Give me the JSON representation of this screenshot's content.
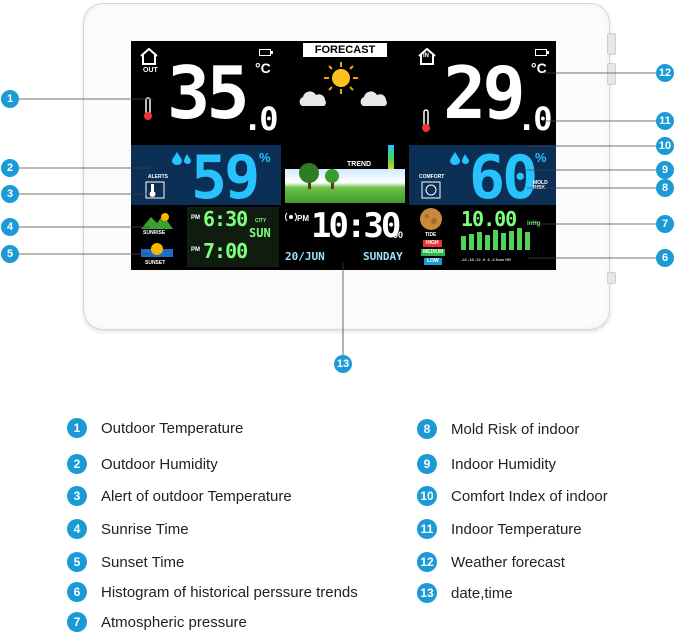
{
  "device": {
    "outdoor": {
      "temp_int": "35",
      "temp_dec": ".0",
      "unit": "°C",
      "humidity": "59",
      "hum_unit": "%",
      "label": "OUT",
      "alerts": "ALERTS"
    },
    "indoor": {
      "temp_int": "29",
      "temp_dec": ".0",
      "unit": "°C",
      "humidity": "60",
      "hum_unit": "%",
      "label": "IN",
      "comfort": "COMFORT",
      "mold_risk": "MOLD RISK"
    },
    "forecast": {
      "title": "FORECAST",
      "trend": "TREND"
    },
    "sun": {
      "sunrise_label": "SUNRISE",
      "sunset_label": "SUNSET",
      "sunrise_ampm": "PM",
      "sunrise_time": "6:30",
      "sunset_ampm": "PM",
      "sunset_time": "7:00",
      "city_label": "CITY",
      "city": "SUN"
    },
    "clock": {
      "ampm": "PM",
      "time": "10:30",
      "seconds": "00",
      "date": "20/JUN",
      "day": "SUNDAY"
    },
    "tide": {
      "label": "TIDE",
      "levels": [
        "HIGH",
        "MEDIUM",
        "LOW"
      ]
    },
    "pressure": {
      "value": "10.00",
      "unit": "inHg",
      "axis": "-24 -18 -12 -9 -6 -3 Now HR"
    }
  },
  "callouts": [
    "1",
    "2",
    "3",
    "4",
    "5",
    "6",
    "7",
    "8",
    "9",
    "10",
    "11",
    "12",
    "13"
  ],
  "legend": [
    {
      "num": "1",
      "text": "Outdoor Temperature"
    },
    {
      "num": "2",
      "text": "Outdoor Humidity"
    },
    {
      "num": "3",
      "text": "Alert of outdoor Temperature"
    },
    {
      "num": "4",
      "text": "Sunrise Time"
    },
    {
      "num": "5",
      "text": "Sunset Time"
    },
    {
      "num": "6",
      "text": "Histogram of historical perssure trends"
    },
    {
      "num": "7",
      "text": "Atmospheric pressure"
    },
    {
      "num": "8",
      "text": "Mold Risk of indoor"
    },
    {
      "num": "9",
      "text": "Indoor Humidity"
    },
    {
      "num": "10",
      "text": "Comfort Index of indoor"
    },
    {
      "num": "11",
      "text": "Indoor Temperature"
    },
    {
      "num": "12",
      "text": "Weather forecast"
    },
    {
      "num": "13",
      "text": "date,time"
    }
  ],
  "colors": {
    "callout": "#1b9ad6",
    "lcd_blue": "#27c3ff",
    "lcd_bg_blue": "#0b2f55",
    "histogram": "#56d156"
  }
}
